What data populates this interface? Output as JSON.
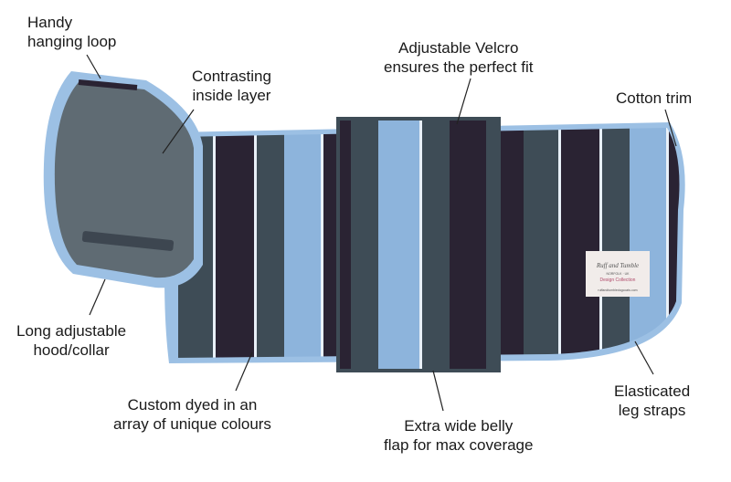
{
  "callouts": {
    "loop": "Handy\nhanging loop",
    "inside": "Contrasting\ninside layer",
    "velcro": "Adjustable Velcro\nensures the perfect fit",
    "trim": "Cotton trim",
    "hood": "Long adjustable\nhood/collar",
    "dyed": "Custom dyed in an\narray of unique colours",
    "belly": "Extra wide belly\nflap for max coverage",
    "straps": "Elasticated\nleg straps"
  },
  "product_label": {
    "brand": "Ruff and Tumble",
    "sub": "NORFOLK · UK",
    "collection": "Design Collection",
    "url": "ruffandtumbledogcoats.com"
  },
  "colors": {
    "slate": "#3e4c56",
    "plum": "#2a2333",
    "sky": "#8db4dc",
    "trim": "#9cc0e4",
    "lining": "#5f6b73"
  }
}
